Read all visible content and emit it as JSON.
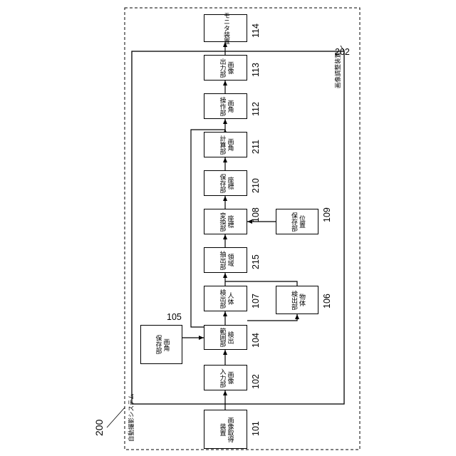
{
  "outer_system": {
    "label": "自動撮影システム",
    "ref": "200"
  },
  "inner_device": {
    "label": "画像調整装置",
    "ref": "202"
  },
  "blocks": {
    "b101": {
      "text": "画像取得\n装置",
      "ref": "101"
    },
    "b102": {
      "text": "画像\n入力部",
      "ref": "102"
    },
    "b104": {
      "text": "検出\n範囲部",
      "ref": "104"
    },
    "b105": {
      "text": "画角\n保存部",
      "ref": "105"
    },
    "b107": {
      "text": "人体\n検出部",
      "ref": "107"
    },
    "b106": {
      "text": "物体\n検出部",
      "ref": "106"
    },
    "b215": {
      "text": "領域\n抽出部",
      "ref": "215"
    },
    "b108": {
      "text": "座標\n変換部",
      "ref": "108"
    },
    "b109": {
      "text": "位置\n保存部",
      "ref": "109"
    },
    "b210": {
      "text": "座標\n保存部",
      "ref": "210"
    },
    "b211": {
      "text": "画角\n計算部",
      "ref": "211"
    },
    "b112": {
      "text": "画角\n操作部",
      "ref": "112"
    },
    "b113": {
      "text": "画像\n出力部",
      "ref": "113"
    },
    "b114": {
      "text": "モニタ装置",
      "ref": "114"
    }
  }
}
